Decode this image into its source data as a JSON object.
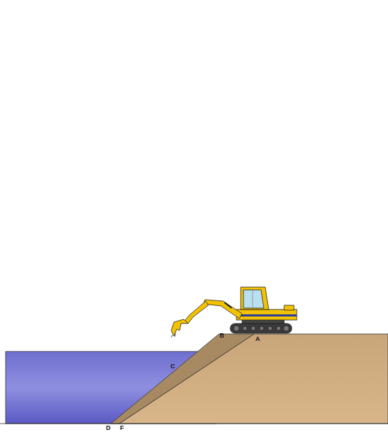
{
  "diagram": {
    "labels": [
      "B",
      "A",
      "C",
      "D",
      "F"
    ]
  }
}
